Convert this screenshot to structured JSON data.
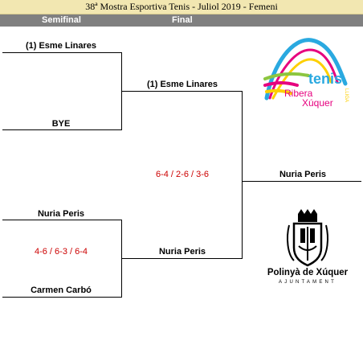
{
  "header": {
    "title": "38ª Mostra Esportiva Tenis - Juliol 2019 - Femeni",
    "rounds": [
      "Semifinal",
      "Final"
    ]
  },
  "semifinal": {
    "match1": {
      "top": "(1) Esme Linares",
      "bottom": "BYE"
    },
    "match2": {
      "top": "Nuria Peris",
      "score": "4-6 / 6-3 / 6-4",
      "bottom": "Carmen Carbó"
    }
  },
  "final": {
    "top": "(1) Esme Linares",
    "score": "6-4 / 2-6 / 3-6",
    "bottom": "Nuria Peris",
    "winner": "Nuria Peris"
  },
  "logos": {
    "tenis": {
      "word": "tenis",
      "line2": "Ribera",
      "line3": "Xúquer",
      "side": "LLIGA"
    },
    "polinya": {
      "name": "Polinyà de Xúquer",
      "sub": "AJUNTAMENT"
    }
  },
  "colors": {
    "score": "#cc0000",
    "title_bg": "#f2e7b1",
    "round_bg": "#808080"
  }
}
